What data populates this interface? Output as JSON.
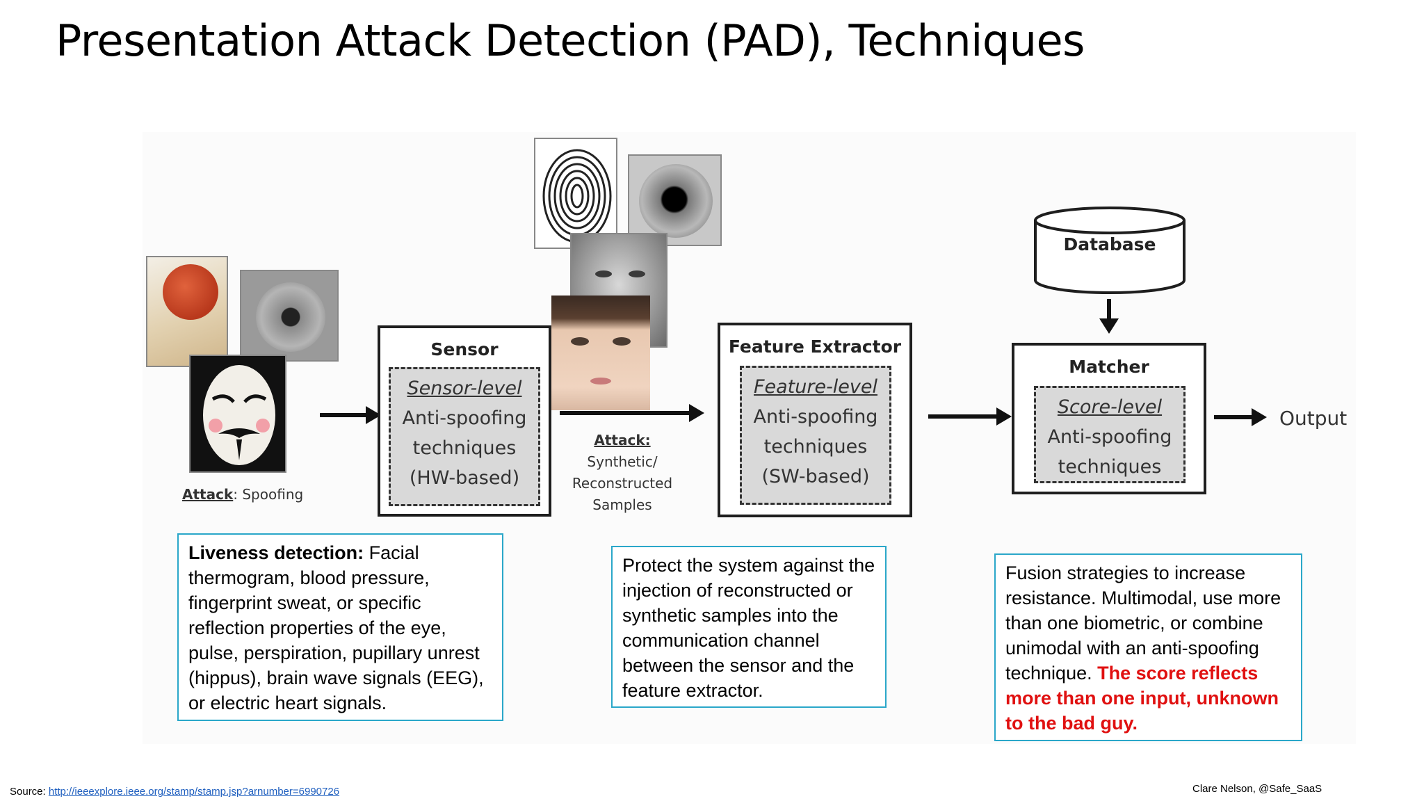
{
  "title": "Presentation Attack Detection (PAD), Techniques",
  "attack_left": {
    "bold": "Attack",
    "rest": ": Spoofing"
  },
  "sensor": {
    "title": "Sensor",
    "level": "Sensor-level",
    "line1": "Anti-spoofing",
    "line2": "techniques",
    "line3": "(HW-based)"
  },
  "attack_mid": {
    "bold": "Attack:",
    "line1": "Synthetic/",
    "line2": "Reconstructed",
    "line3": "Samples"
  },
  "extractor": {
    "title": "Feature Extractor",
    "level": "Feature-level",
    "line1": "Anti-spoofing",
    "line2": "techniques",
    "line3": "(SW-based)"
  },
  "database": {
    "label": "Database"
  },
  "matcher": {
    "title": "Matcher",
    "level": "Score-level",
    "line1": "Anti-spoofing",
    "line2": "techniques"
  },
  "output": {
    "label": "Output"
  },
  "desc_left": {
    "bold": "Liveness detection:",
    "text": " Facial thermogram, blood pressure, fingerprint sweat, or specific reflection properties of the eye, pulse, perspiration, pupillary unrest (hippus), brain wave signals (EEG), or electric heart signals."
  },
  "desc_mid": {
    "text": "Protect the system against the injection of reconstructed or synthetic samples into the communication channel between the sensor and the feature extractor."
  },
  "desc_right": {
    "text": "Fusion strategies to increase resistance. Multimodal, use more than one biometric, or combine unimodal with an anti-spoofing technique. ",
    "red": "The score reflects more than one input, unknown to the bad guy."
  },
  "footer": {
    "source_label": "Source: ",
    "source_link": "http://ieeexplore.ieee.org/stamp/stamp.jsp?arnumber=6990726",
    "credit": "Clare Nelson, @Safe_SaaS"
  },
  "colors": {
    "accent_border": "#2aa7c9",
    "highlight": "#e01010",
    "link": "#1f5fbf"
  }
}
